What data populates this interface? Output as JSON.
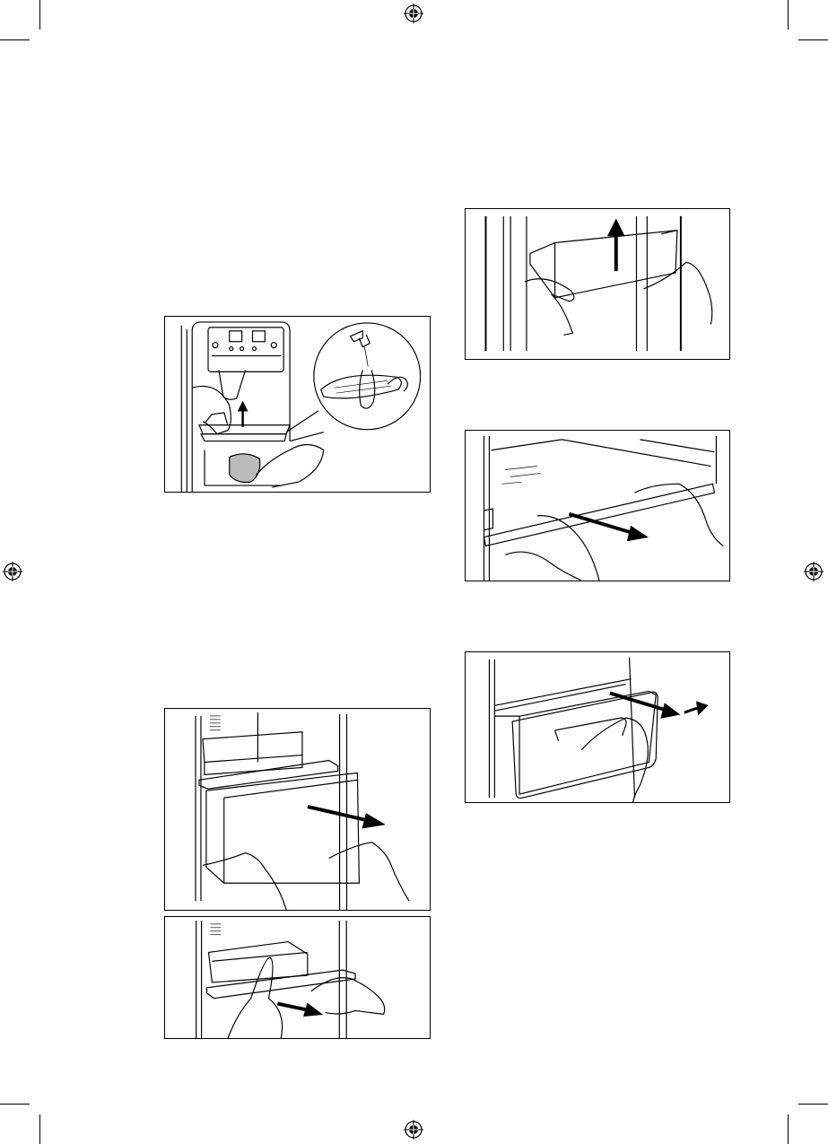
{
  "page": {
    "background": "#ffffff",
    "ink": "#000000"
  },
  "marks": {
    "registration_icon": "registration-target-icon",
    "crop_marks": "crop-mark-lines"
  },
  "illustrations": [
    {
      "id": "ice-tray-cleaning",
      "icon": "dispenser-drip-tray-wash-icon"
    },
    {
      "id": "door-shelf-lift",
      "icon": "door-bin-lift-icon"
    },
    {
      "id": "glass-shelf-pull",
      "icon": "shelf-pull-out-icon"
    },
    {
      "id": "freezer-drawer-pull",
      "icon": "drawer-pull-out-icon"
    },
    {
      "id": "drawer-tilt-remove",
      "icon": "drawer-tilt-remove-icon"
    },
    {
      "id": "shelf-tray-slide",
      "icon": "tray-slide-icon"
    }
  ]
}
